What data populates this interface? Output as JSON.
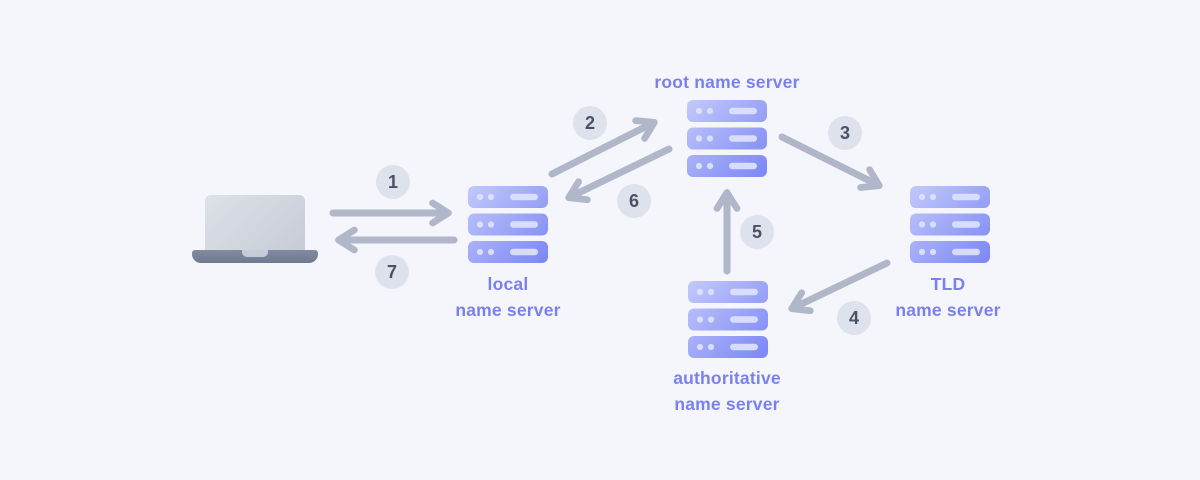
{
  "diagram": {
    "colors": {
      "bg": "#f5f6fc",
      "label": "#7a81ee",
      "arrow": "#b0b7c8",
      "badge_bg": "#dee2ec",
      "badge_text": "#495264",
      "server_light": "#c3c9fb",
      "server_dark": "#7b86f4"
    },
    "nodes": {
      "client": {
        "icon": "laptop-icon"
      },
      "local": {
        "line1": "local",
        "line2": "name server"
      },
      "root": {
        "line1": "root name server"
      },
      "tld": {
        "line1": "TLD",
        "line2": "name server"
      },
      "authoritative": {
        "line1": "authoritative",
        "line2": "name server"
      }
    },
    "steps": [
      {
        "number": "1",
        "from": "client",
        "to": "local name server"
      },
      {
        "number": "2",
        "from": "local name server",
        "to": "root name server"
      },
      {
        "number": "3",
        "from": "root name server",
        "to": "TLD name server"
      },
      {
        "number": "4",
        "from": "TLD name server",
        "to": "authoritative name server"
      },
      {
        "number": "5",
        "from": "authoritative name server",
        "to": "root name server"
      },
      {
        "number": "6",
        "from": "root name server",
        "to": "local name server"
      },
      {
        "number": "7",
        "from": "local name server",
        "to": "client"
      }
    ]
  }
}
